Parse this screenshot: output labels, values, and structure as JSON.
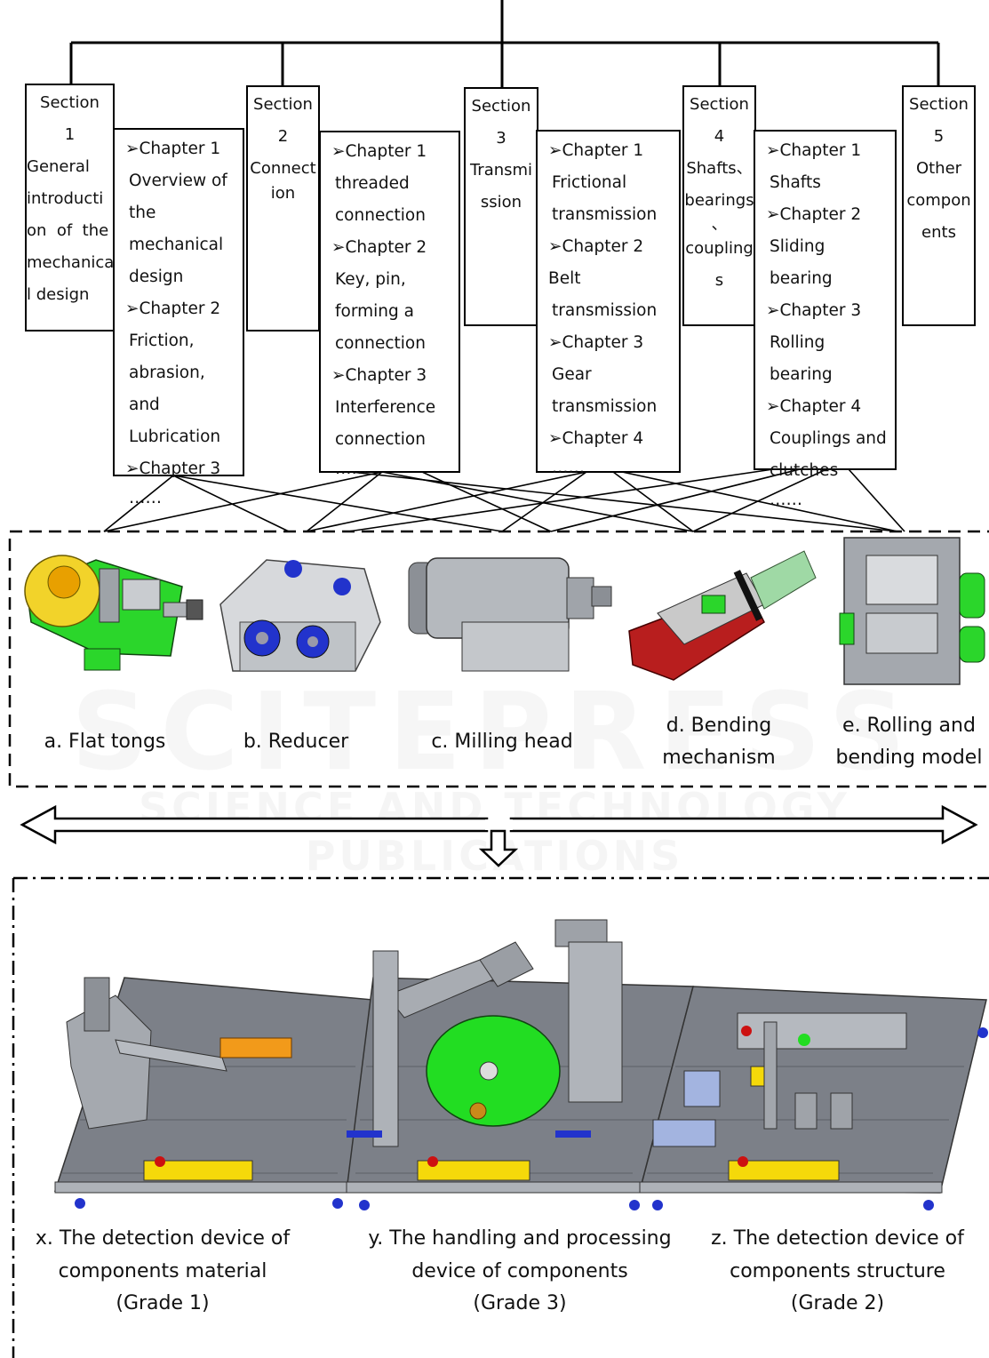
{
  "sections": [
    {
      "label": "Section",
      "number": "1",
      "title_lines": [
        "General",
        "introducti",
        "on  of  the",
        "mechanica",
        "l design"
      ]
    },
    {
      "label": "Section",
      "number": "2",
      "title_lines": [
        "Connect",
        "ion"
      ]
    },
    {
      "label": "Section",
      "number": "3",
      "title_lines": [
        "Transmi",
        "ssion"
      ]
    },
    {
      "label": "Section",
      "number": "4",
      "title_lines": [
        "Shafts、",
        "bearings",
        "、",
        "coupling",
        "s"
      ]
    },
    {
      "label": "Section",
      "number": "5",
      "title_lines": [
        "Other",
        "compon",
        "ents"
      ]
    }
  ],
  "chapter_lists": [
    {
      "items": [
        {
          "title": "➢Chapter 1",
          "desc": [
            "Overview of",
            "the",
            "mechanical",
            "design"
          ]
        },
        {
          "title": "➢Chapter 2",
          "desc": [
            "Friction,",
            "abrasion, and",
            "Lubrication"
          ]
        },
        {
          "title": "➢Chapter 3",
          "desc": []
        }
      ],
      "more": "……"
    },
    {
      "items": [
        {
          "title": "➢Chapter 1",
          "desc": [
            "threaded",
            "connection"
          ]
        },
        {
          "title": "➢Chapter 2",
          "desc": [
            "Key, pin,",
            "forming a",
            "connection"
          ]
        },
        {
          "title": "➢Chapter 3",
          "desc": [
            "Interference",
            "connection"
          ]
        }
      ],
      "more": "……"
    },
    {
      "items": [
        {
          "title": "➢Chapter 1",
          "desc": [
            "Frictional",
            "transmission"
          ]
        },
        {
          "title": "➢Chapter 2 Belt",
          "desc": [
            "transmission"
          ]
        },
        {
          "title": "➢Chapter 3",
          "desc": [
            "Gear",
            "transmission"
          ]
        },
        {
          "title": "➢Chapter 4",
          "desc": []
        }
      ],
      "more": "……"
    },
    {
      "items": [
        {
          "title": "➢Chapter 1",
          "desc": [
            "Shafts"
          ]
        },
        {
          "title": "➢Chapter 2",
          "desc": [
            "Sliding bearing"
          ]
        },
        {
          "title": "➢Chapter 3",
          "desc": [
            "Rolling bearing"
          ]
        },
        {
          "title": "➢Chapter 4",
          "desc": [
            "Couplings and",
            "clutches"
          ]
        }
      ],
      "more": "……"
    }
  ],
  "models": [
    {
      "caption_lines": [
        "a. Flat tongs"
      ],
      "icon": "flat-tongs-icon"
    },
    {
      "caption_lines": [
        "b. Reducer"
      ],
      "icon": "reducer-icon"
    },
    {
      "caption_lines": [
        "c. Milling head"
      ],
      "icon": "milling-head-icon"
    },
    {
      "caption_lines": [
        "d. Bending",
        "mechanism"
      ],
      "icon": "bending-mechanism-icon"
    },
    {
      "caption_lines": [
        "e. Rolling and",
        "bending model"
      ],
      "icon": "rolling-bending-icon"
    }
  ],
  "devices": [
    {
      "caption_lines": [
        "x. The detection device of",
        "components material",
        "(Grade 1)"
      ]
    },
    {
      "caption_lines": [
        "y. The handling and processing",
        "device of components",
        "(Grade 3)"
      ]
    },
    {
      "caption_lines": [
        "z. The detection device of",
        "components structure",
        "(Grade 2)"
      ]
    }
  ],
  "watermark": {
    "line1": "SCITEPRESS",
    "line2": "SCIENCE AND TECHNOLOGY PUBLICATIONS"
  },
  "colors": {
    "green": "#22dd22",
    "yellow": "#f5d90a",
    "blue": "#2233cc",
    "red": "#cc1111",
    "steel": "#9aa1aa",
    "grid": "#6b6f76"
  }
}
